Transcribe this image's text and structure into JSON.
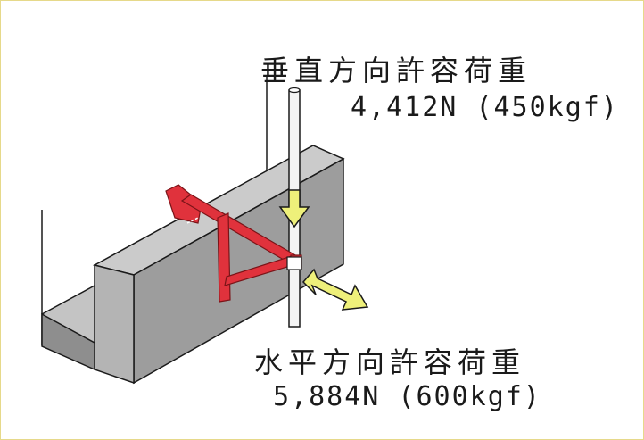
{
  "vertical_load": {
    "title": "垂直方向許容荷重",
    "value": "4,412N (450kgf)"
  },
  "horizontal_load": {
    "title": "水平方向許容荷重",
    "value": "5,884N (600kgf)"
  },
  "colors": {
    "wall_top": "#c8c8c8",
    "wall_front": "#9a9a9a",
    "wall_side": "#b6b6b6",
    "bracket": "#e0323c",
    "arrow": "#eef07a",
    "pole": "#f4f4f4",
    "outline": "#1a1a1a",
    "frame": "#e6d98a"
  }
}
